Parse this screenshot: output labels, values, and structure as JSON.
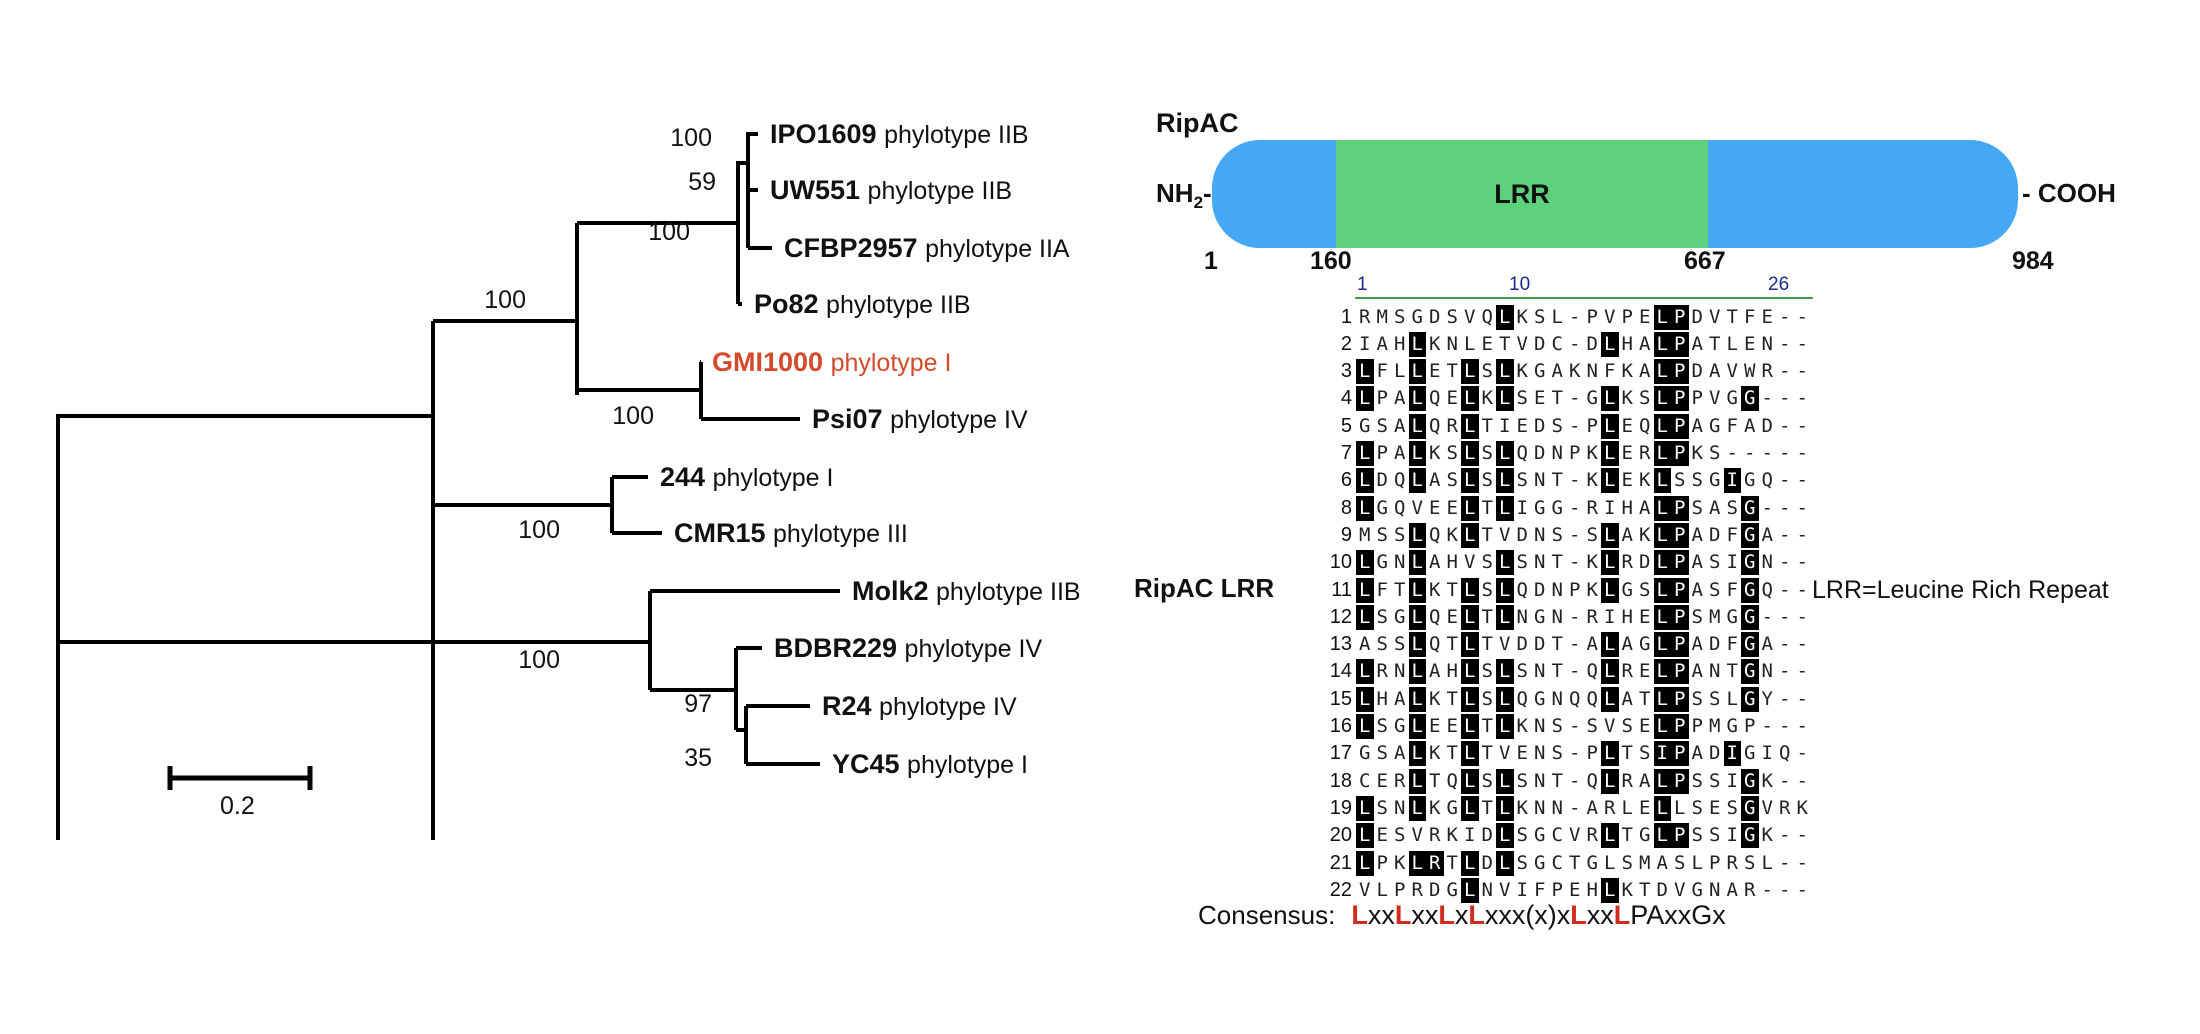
{
  "tree": {
    "leaves": [
      {
        "strain": "IPO1609",
        "phylotype": "phylotype IIB",
        "highlight": false
      },
      {
        "strain": "UW551",
        "phylotype": "phylotype IIB",
        "highlight": false
      },
      {
        "strain": "CFBP2957",
        "phylotype": "phylotype IIA",
        "highlight": false
      },
      {
        "strain": "Po82",
        "phylotype": "phylotype IIB",
        "highlight": false
      },
      {
        "strain": "GMI1000",
        "phylotype": "phylotype I",
        "highlight": true
      },
      {
        "strain": "Psi07",
        "phylotype": "phylotype IV",
        "highlight": false
      },
      {
        "strain": "244",
        "phylotype": "phylotype I",
        "highlight": false
      },
      {
        "strain": "CMR15",
        "phylotype": "phylotype III",
        "highlight": false
      },
      {
        "strain": "Molk2",
        "phylotype": "phylotype IIB",
        "highlight": false
      },
      {
        "strain": "BDBR229",
        "phylotype": "phylotype IV",
        "highlight": false
      },
      {
        "strain": "R24",
        "phylotype": "phylotype IV",
        "highlight": false
      },
      {
        "strain": "YC45",
        "phylotype": "phylotype I",
        "highlight": false
      }
    ],
    "bootstrap": [
      "100",
      "59",
      "100",
      "100",
      "100",
      "100",
      "100",
      "97",
      "35"
    ],
    "scale_label": "0.2"
  },
  "protein": {
    "name": "RipAC",
    "n_term": "NH",
    "n_term_sub": "2",
    "n_term_dash": "-",
    "c_term": "- COOH",
    "domain_label": "LRR",
    "length": 984,
    "domain_start": 160,
    "domain_end": 667,
    "positions": [
      "1",
      "160",
      "667",
      "984"
    ]
  },
  "alignment": {
    "side_label": "RipAC LRR",
    "legend": "LRR=Leucine Rich Repeat",
    "column_indices": [
      "1",
      "10",
      "26"
    ],
    "rows": [
      {
        "num": "1",
        "seq": "RMSGDSVQLKSL-PVPELPDVTFE--",
        "hl": [
          8,
          17,
          18
        ]
      },
      {
        "num": "2",
        "seq": "IAHLKNLETVDC-DLHALPATLEN--",
        "hl": [
          3,
          14,
          17,
          18
        ]
      },
      {
        "num": "3",
        "seq": "LFLLETLSLKGAKNFKALPDAVWR--",
        "hl": [
          0,
          3,
          6,
          8,
          17,
          18
        ]
      },
      {
        "num": "4",
        "seq": "LPALQELKLSET-GLKSLPPVGG---",
        "hl": [
          0,
          3,
          6,
          8,
          14,
          17,
          18,
          22
        ]
      },
      {
        "num": "5",
        "seq": "GSALQRLTIEDS-PLEQLPAGFAD--",
        "hl": [
          3,
          6,
          14,
          17,
          18
        ]
      },
      {
        "num": "7",
        "seq": "LPALKSLSLQDNPKLERLPKS-----",
        "hl": [
          0,
          3,
          6,
          8,
          14,
          17,
          18
        ]
      },
      {
        "num": "6",
        "seq": "LDQLASLSLSNT-KLEKLSSGIGQ--",
        "hl": [
          0,
          3,
          6,
          8,
          14,
          17,
          21
        ]
      },
      {
        "num": "8",
        "seq": "LGQVEELTLIGG-RIHALPSASG---",
        "hl": [
          0,
          6,
          8,
          17,
          18,
          22
        ]
      },
      {
        "num": "9",
        "seq": "MSSLQKLTVDNS-SLAKLPADFGA--",
        "hl": [
          3,
          6,
          14,
          17,
          18,
          22
        ]
      },
      {
        "num": "10",
        "seq": "LGNLAHVSLSNT-KLRDLPASIGN--",
        "hl": [
          0,
          3,
          8,
          14,
          17,
          18,
          22
        ]
      },
      {
        "num": "11",
        "seq": "LFTLKTLSLQDNPKLGSLPASFGQ--",
        "hl": [
          0,
          3,
          6,
          8,
          14,
          17,
          18,
          22
        ]
      },
      {
        "num": "12",
        "seq": "LSGLQELTLNGN-RIHELPSMGG---",
        "hl": [
          0,
          3,
          6,
          8,
          17,
          18,
          22
        ]
      },
      {
        "num": "13",
        "seq": "ASSLQTLTVDDT-ALAGLPADFGA--",
        "hl": [
          3,
          6,
          14,
          17,
          18,
          22
        ]
      },
      {
        "num": "14",
        "seq": "LRNLAHLSLSNT-QLRELPANTGN--",
        "hl": [
          0,
          3,
          6,
          8,
          14,
          17,
          18,
          22
        ]
      },
      {
        "num": "15",
        "seq": "LHALKTLSLQGNQQLATLPSSLGY--",
        "hl": [
          0,
          3,
          6,
          8,
          14,
          17,
          18,
          22
        ]
      },
      {
        "num": "16",
        "seq": "LSGLEELTLKNS-SVSELPPMGP---",
        "hl": [
          0,
          3,
          6,
          8,
          17,
          18
        ]
      },
      {
        "num": "17",
        "seq": "GSALKTLTVENS-PLTSIPADIGIQ-",
        "hl": [
          3,
          6,
          14,
          17,
          18,
          21
        ]
      },
      {
        "num": "18",
        "seq": "CERLTQLSLSNT-QLRALPSSIGK--",
        "hl": [
          3,
          6,
          8,
          14,
          17,
          18,
          22
        ]
      },
      {
        "num": "19",
        "seq": "LSNLKGLTLKNN-ARLELLSESGVRK",
        "hl": [
          0,
          3,
          6,
          8,
          17,
          22
        ]
      },
      {
        "num": "20",
        "seq": "LESVRKIDLSGCVRLTGLPSSIGK--",
        "hl": [
          0,
          8,
          14,
          17,
          18,
          22
        ]
      },
      {
        "num": "21",
        "seq": "LPKLRTLDLSGCTGLSMASLPRSL--",
        "hl": [
          0,
          3,
          4,
          6,
          8
        ]
      },
      {
        "num": "22",
        "seq": "VLPRDGLNVIFPEHLKTDVGNAR---",
        "hl": [
          6,
          14
        ]
      }
    ],
    "consensus_label": "Consensus:",
    "consensus_parts": [
      {
        "t": "L",
        "red": true
      },
      {
        "t": "xx",
        "red": false
      },
      {
        "t": "L",
        "red": true
      },
      {
        "t": "xx",
        "red": false
      },
      {
        "t": "L",
        "red": true
      },
      {
        "t": "x",
        "red": false
      },
      {
        "t": "L",
        "red": true
      },
      {
        "t": "xxx(x)x",
        "red": false
      },
      {
        "t": "L",
        "red": true
      },
      {
        "t": "xx",
        "red": false
      },
      {
        "t": "L",
        "red": true
      },
      {
        "t": "PAxxGx",
        "red": false
      }
    ]
  }
}
